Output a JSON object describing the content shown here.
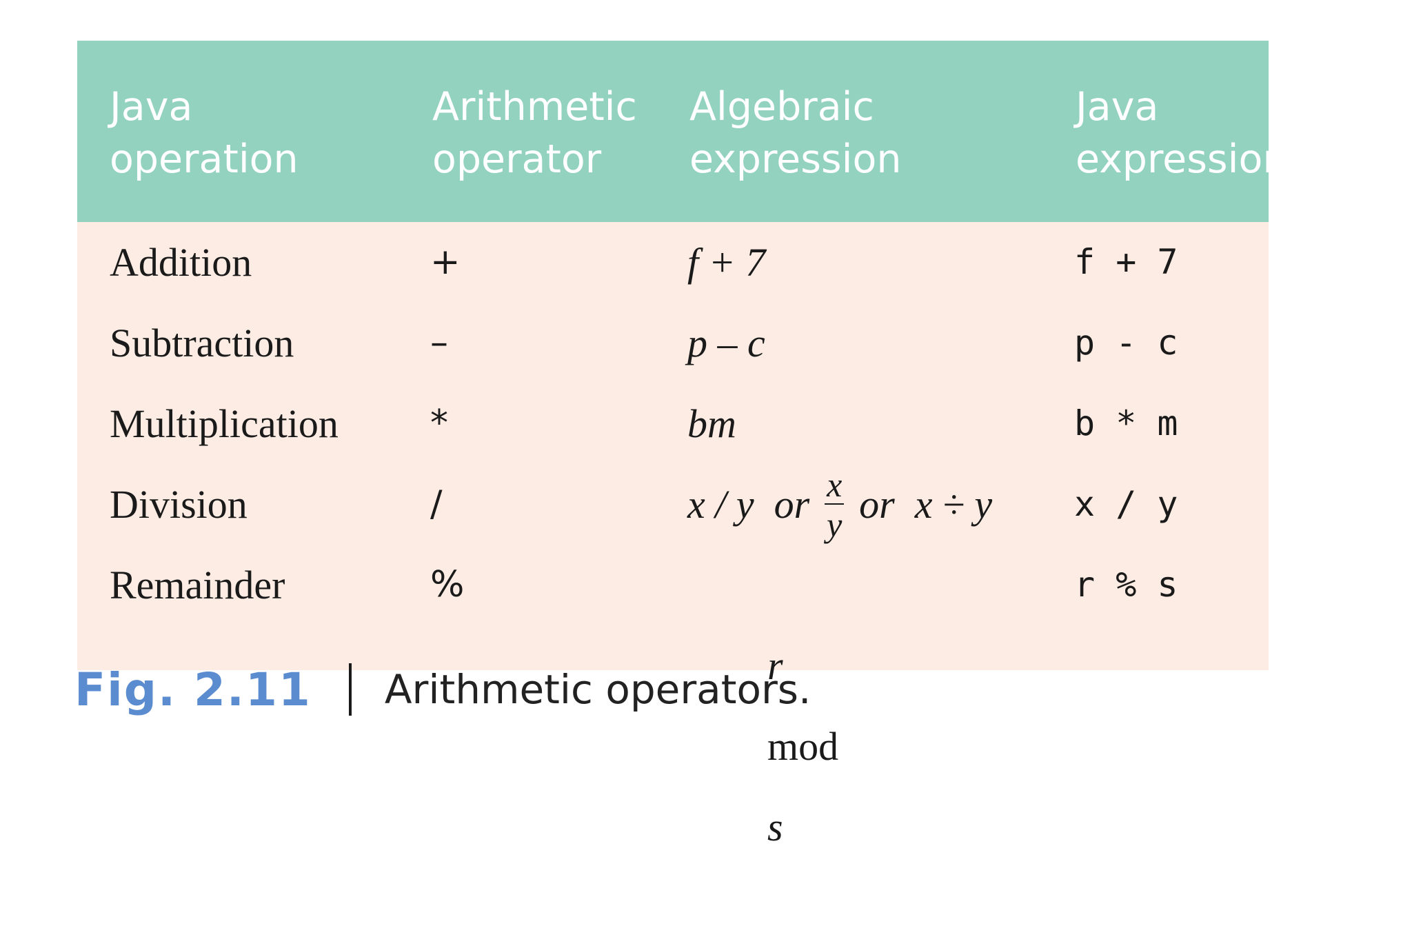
{
  "table": {
    "headers": [
      {
        "line1": "Java",
        "line2": "operation"
      },
      {
        "line1": "Arithmetic",
        "line2": "operator"
      },
      {
        "line1": "Algebraic",
        "line2": "expression"
      },
      {
        "line1": "Java",
        "line2": "expression"
      }
    ],
    "rows": [
      {
        "operation": "Addition",
        "operator": "+",
        "algebraic": "f + 7",
        "java": "f + 7"
      },
      {
        "operation": "Subtraction",
        "operator": "–",
        "algebraic": "p – c",
        "java": "p - c"
      },
      {
        "operation": "Multiplication",
        "operator": "*",
        "algebraic": "bm",
        "java": "b * m"
      },
      {
        "operation": "Division",
        "operator": "/",
        "algebraic_parts": {
          "a": "x / y  or",
          "num": "x",
          "den": "y",
          "b": "or  x ÷ y"
        },
        "java": "x / y"
      },
      {
        "operation": "Remainder",
        "operator": "%",
        "algebraic_parts": {
          "r": "r",
          "mod": "mod",
          "s": "s"
        },
        "java": "r % s"
      }
    ]
  },
  "caption": {
    "label": "Fig. 2.11",
    "text": "Arithmetic operators."
  },
  "colors": {
    "header_bg": "#92d2bf",
    "body_bg": "#fdece3",
    "caption_label": "#5b8ccf"
  }
}
